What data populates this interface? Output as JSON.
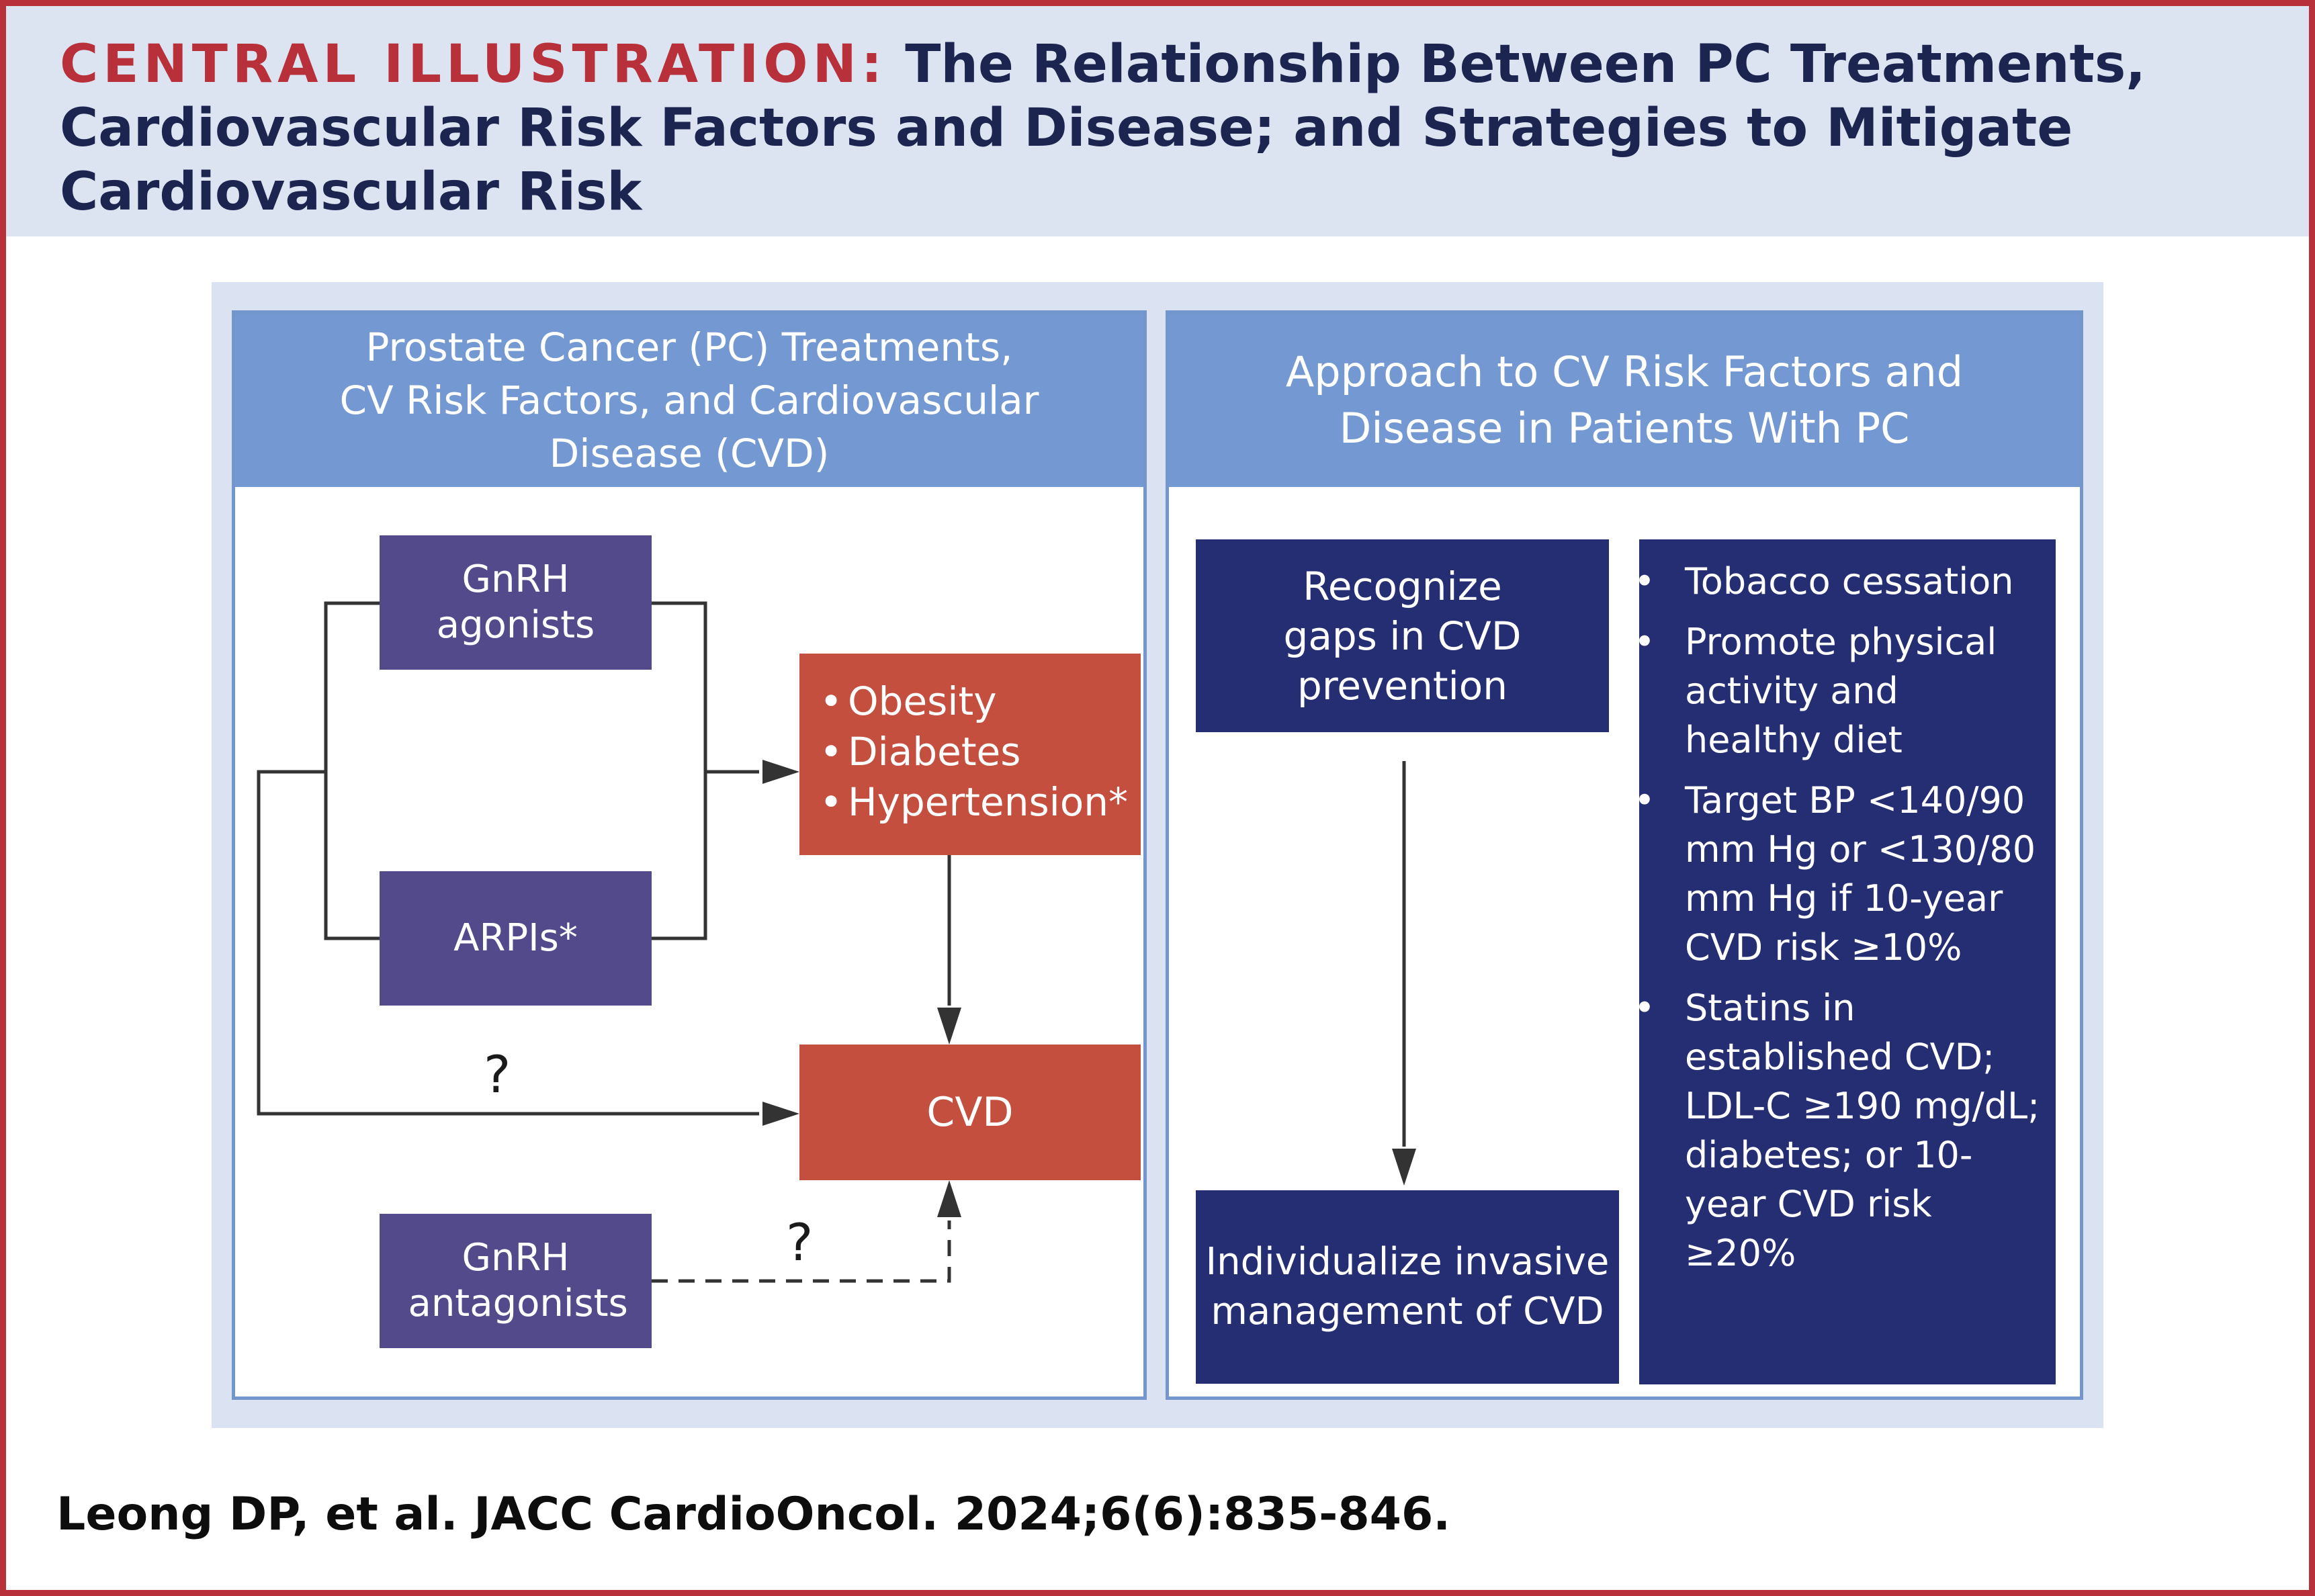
{
  "header": {
    "label": "CENTRAL ILLUSTRATION:",
    "title": "The Relationship Between PC Treatments, Cardiovascular Risk Factors and Disease; and Strategies to Mitigate Cardiovascular Risk"
  },
  "left_panel": {
    "title": "Prostate Cancer (PC) Treatments, CV Risk Factors, and Cardiovascular Disease (CVD)",
    "gnrh_agonists": "GnRH agonists",
    "arpis": "ARPIs*",
    "gnrh_antagonists": "GnRH antagonists",
    "risk_factors": [
      "Obesity",
      "Diabetes",
      "Hypertension*"
    ],
    "cvd": "CVD",
    "question_mark_1": "?",
    "question_mark_2": "?"
  },
  "right_panel": {
    "title": "Approach to CV Risk Factors and Disease in Patients With PC",
    "recognize": "Recognize gaps in CVD prevention",
    "individualize": "Individualize invasive management of CVD",
    "recommendations": [
      "Tobacco cessation",
      "Promote physical activity and healthy diet",
      "Target BP <140/90 mm Hg or <130/80 mm Hg if 10-year CVD risk ≥10%",
      "Statins in established CVD; LDL-C ≥190 mg/dL; diabetes; or 10-year CVD risk ≥20%"
    ]
  },
  "citation": "Leong DP, et al. JACC CardioOncol. 2024;6(6):835-846.",
  "colors": {
    "border_red": "#b8303a",
    "title_navy": "#1b2550",
    "header_bg": "#dce3f1",
    "panel_header_blue": "#7498d2",
    "treatment_purple": "#534a8b",
    "disease_red": "#c44f3e",
    "strategy_navy": "#252e73"
  }
}
